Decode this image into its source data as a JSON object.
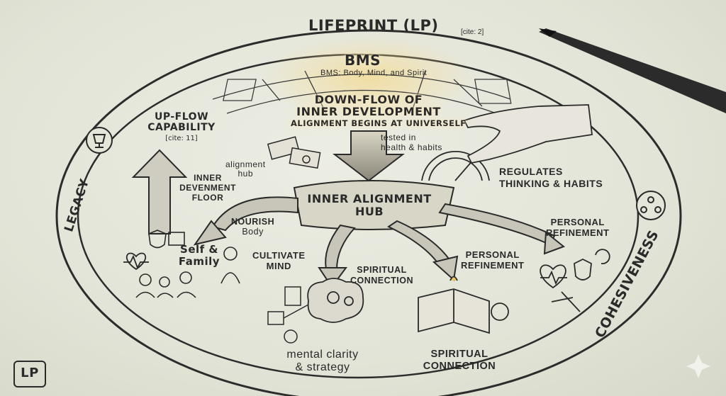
{
  "title": "LIFEPRINT (LP)",
  "title_cite": "[cite: 2]",
  "top": {
    "heading": "BMS",
    "subheading": "BMS: Body, Mind, and Spirit"
  },
  "down_flow": {
    "line1": "DOWN-FLOW OF",
    "line2": "INNER DEVELOPMENT",
    "line3": "ALIGNMENT BEGINS AT UNIVERSELF"
  },
  "up_flow": {
    "line1": "UP-FLOW",
    "line2": "CAPABILITY",
    "cite": "[cite: 11]"
  },
  "tested": {
    "line1": "tested in",
    "line2": "health & habits"
  },
  "alignment_hub_small": {
    "line1": "alignment",
    "line2": "hub"
  },
  "inner_floor": {
    "line1": "INNER",
    "line2": "DEVENMENT",
    "line3": "FLOOR"
  },
  "hub": {
    "line1": "INNER ALIGNMENT",
    "line2": "HUB"
  },
  "regulates": {
    "line1": "REGULATES",
    "line2": "THINKING & HABITS"
  },
  "nourish": {
    "line1": "NOURISH",
    "line2": "Body"
  },
  "self_family": {
    "line1": "Self &",
    "line2": "Family"
  },
  "cultivate": {
    "line1": "CULTIVATE",
    "line2": "MIND"
  },
  "spiritual_mid": {
    "line1": "SPIRITUAL",
    "line2": "CONNECTION"
  },
  "personal_mid": {
    "line1": "PERSONAL",
    "line2": "REFINEMENT"
  },
  "personal_right": {
    "line1": "PERSONAL",
    "line2": "REFINEMENT"
  },
  "mental": {
    "line1": "mental clarity",
    "line2": "& strategy"
  },
  "spiritual_bottom": {
    "line1": "SPIRITUAL",
    "line2": "CONNECTION"
  },
  "ring": {
    "left": "LEGACY",
    "right": "COHESIVENESS"
  },
  "logo": "LP",
  "colors": {
    "paper": "#e4e6da",
    "ink": "#2a2a2a",
    "glow": "#f6d98a"
  }
}
